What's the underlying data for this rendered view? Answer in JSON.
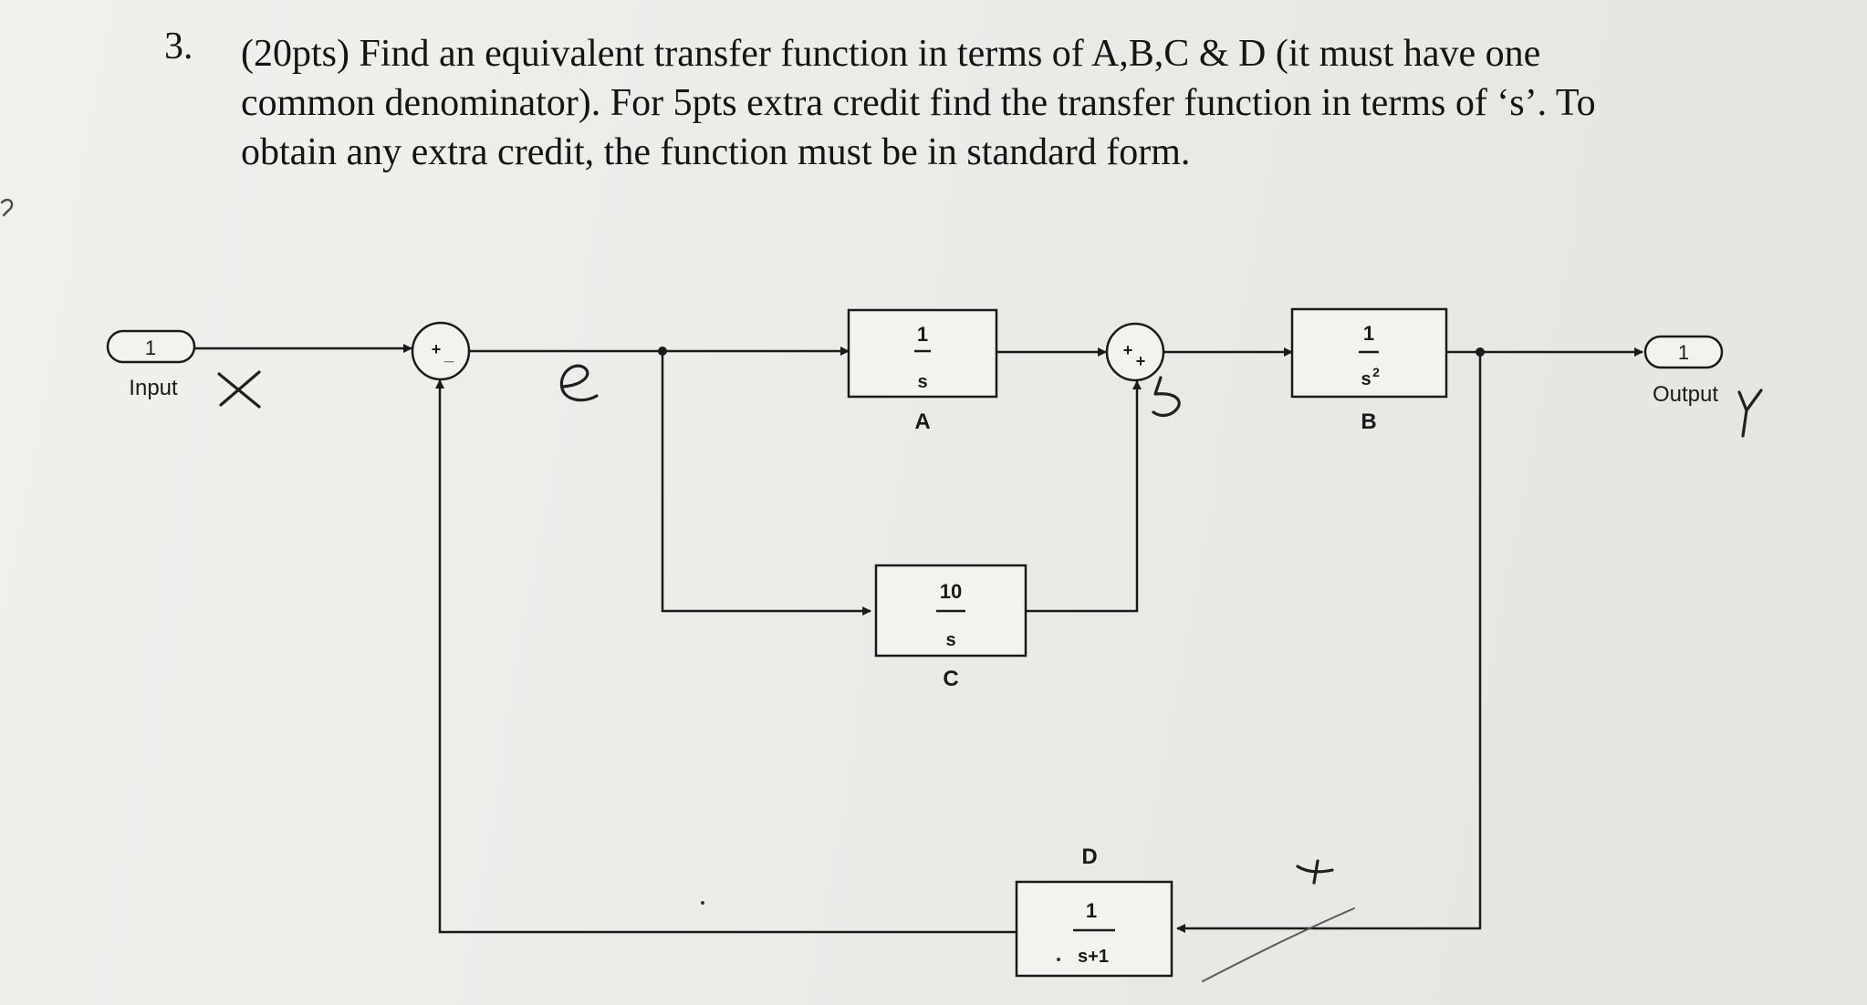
{
  "problem": {
    "number": "3.",
    "lines": [
      "(20pts) Find an equivalent transfer function in terms of A,B,C & D (it must have one",
      "common denominator).  For 5pts extra credit find the transfer function in terms of ‘s’.  To",
      "obtain any extra credit, the function must be in standard form."
    ]
  },
  "diagram": {
    "input_port": {
      "number": "1",
      "label": "Input"
    },
    "output_port": {
      "number": "1",
      "label": "Output"
    },
    "sum1": {
      "signs": "+",
      "minus": "_"
    },
    "sum2": {
      "signs": "+",
      "plus2": "+"
    },
    "block_a": {
      "num": "1",
      "den": "s",
      "label": "A"
    },
    "block_b": {
      "num": "1",
      "den": "s",
      "den_exp": "2",
      "label": "B"
    },
    "block_c": {
      "num": "10",
      "den": "s",
      "label": "C"
    },
    "block_d": {
      "num": "1",
      "den": "s+1",
      "label": "D"
    }
  }
}
